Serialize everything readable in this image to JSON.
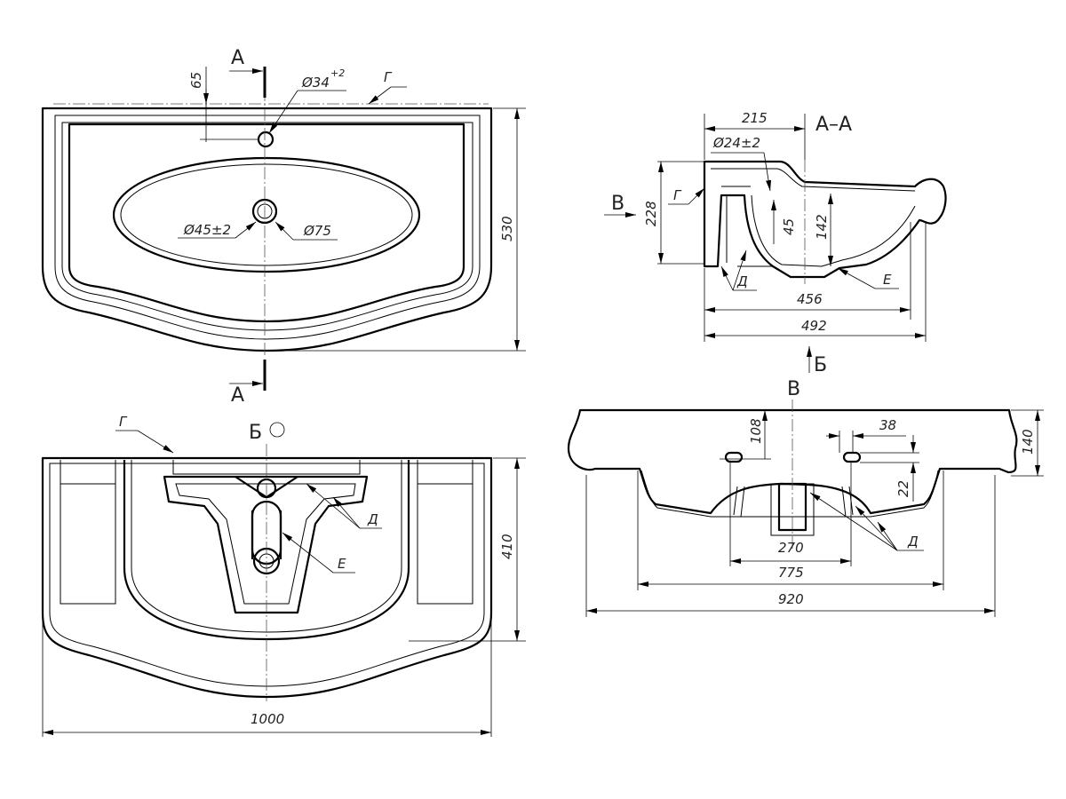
{
  "top_view": {
    "section_mark_top": "A",
    "section_mark_bottom": "A",
    "mark_g": "Г",
    "dim_65": "65",
    "dim_tap_hole": "Ø34",
    "dim_tap_hole_tol": "+2",
    "dim_drain": "Ø45±2",
    "dim_drain_outer": "Ø75",
    "dim_depth": "530"
  },
  "section_view": {
    "title": "A–A",
    "dim_215": "215",
    "dim_overflow": "Ø24±2",
    "view_mark_b": "B",
    "mark_g": "Г",
    "dim_228": "228",
    "dim_45": "45",
    "dim_142": "142",
    "mark_d": "Д",
    "mark_e": "Е",
    "dim_456": "456",
    "dim_492": "492",
    "view_mark_bottom": "Б"
  },
  "front_view": {
    "title": "B",
    "dim_108": "108",
    "dim_38": "38",
    "dim_140": "140",
    "dim_22": "22",
    "mark_d": "Д",
    "dim_270": "270",
    "dim_775": "775",
    "dim_920": "920"
  },
  "bottom_view": {
    "title": "Б",
    "mark_g": "Г",
    "mark_d": "Д",
    "mark_e": "Е",
    "dim_410": "410",
    "dim_1000": "1000"
  }
}
